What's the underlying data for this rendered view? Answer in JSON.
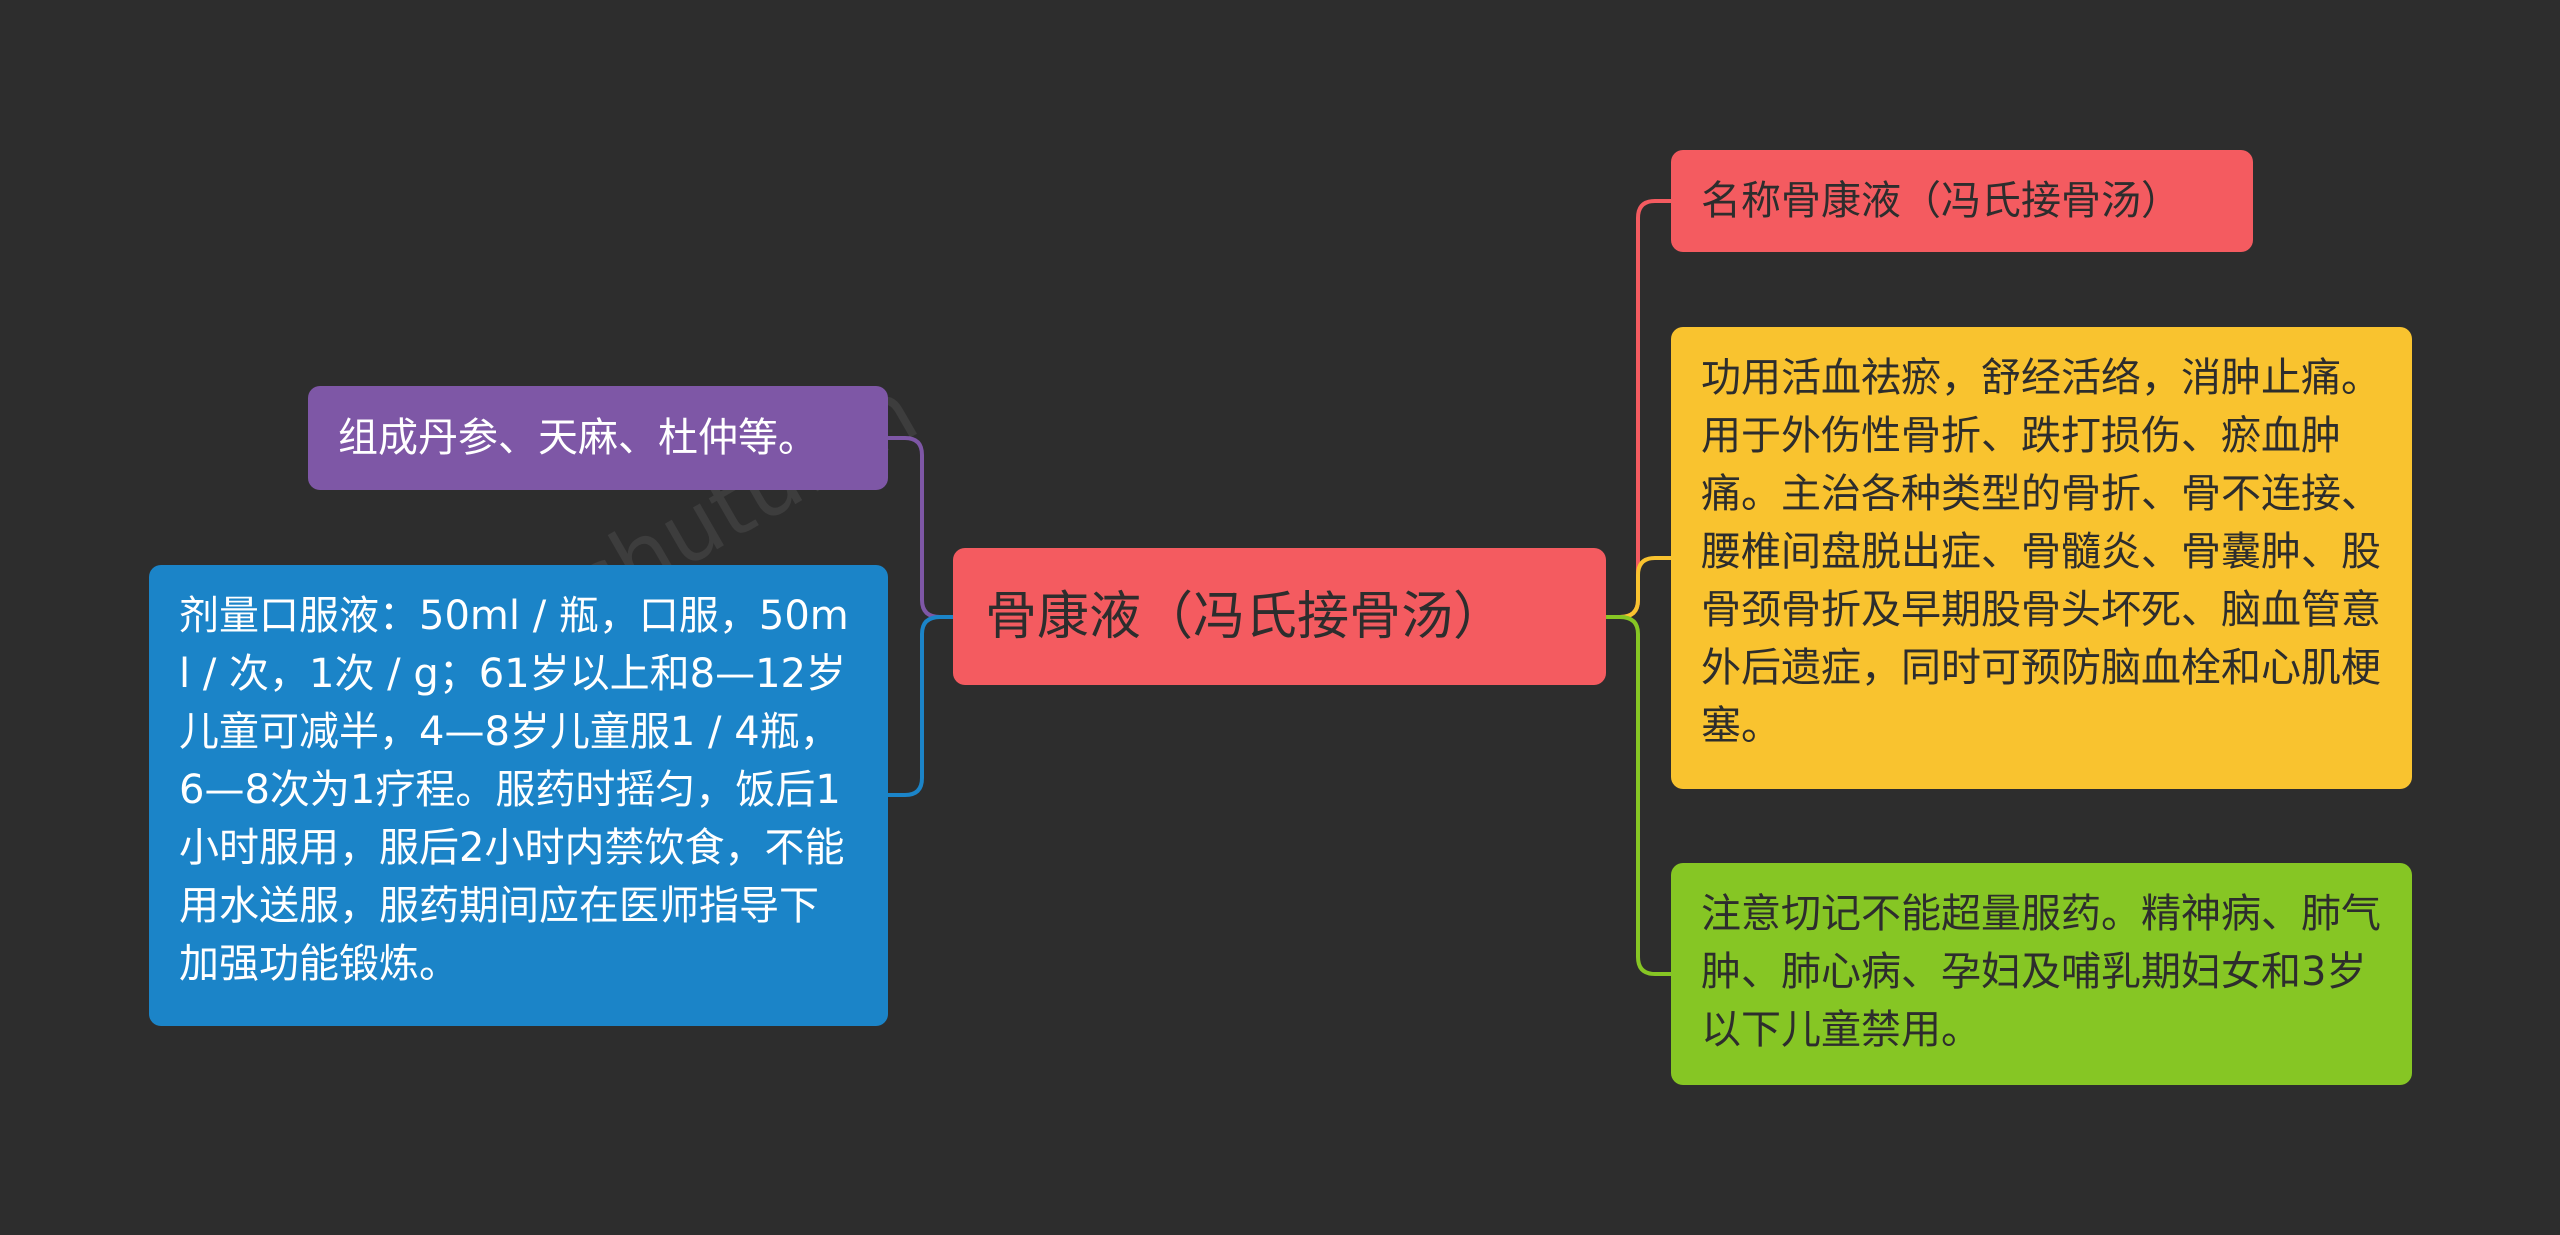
{
  "center": {
    "label": "骨康液（冯氏接骨汤）",
    "color": "#f45b60"
  },
  "left_branches": {
    "composition": {
      "text": "组成丹参、天麻、杜仲等。",
      "color": "#7e57a6"
    },
    "dosage": {
      "text": "剂量口服液：50ml / 瓶，口服，50ml / 次，1次 / g；61岁以上和8—12岁儿童可减半，4—8岁儿童服1 / 4瓶，6—8次为1疗程。服药时摇匀，饭后1小时服用，服后2小时内禁饮食，不能用水送服，服药期间应在医师指导下加强功能锻炼。",
      "color": "#1b84c8"
    }
  },
  "right_branches": {
    "name": {
      "text": "名称骨康液（冯氏接骨汤）",
      "color": "#f45b60"
    },
    "function": {
      "text": "功用活血祛瘀，舒经活络，消肿止痛。用于外伤性骨折、跌打损伤、瘀血肿痛。主治各种类型的骨折、骨不连接、腰椎间盘脱出症、骨髓炎、骨囊肿、股骨颈骨折及早期股骨头坏死、脑血管意外后遗症，同时可预防脑血栓和心肌梗塞。",
      "color": "#f9c32f"
    },
    "caution": {
      "text": "注意切记不能超量服药。精神病、肺气肿、肺心病、孕妇及哺乳期妇女和3岁以下儿童禁用。",
      "color": "#86c624"
    }
  },
  "watermark": {
    "text": "树图 shutu.cn"
  }
}
